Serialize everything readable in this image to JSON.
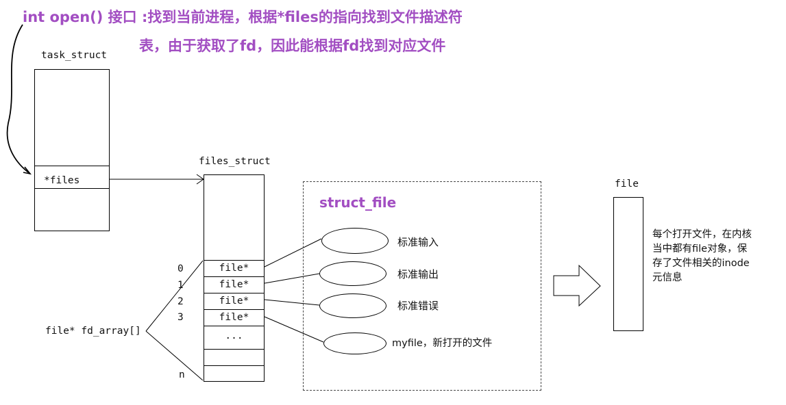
{
  "header": {
    "line1": "int open() 接口 :找到当前进程，根据*files的指向找到文件描述符",
    "line2": "表，由于获取了fd，因此能根据fd找到对应文件"
  },
  "task_struct": {
    "label": "task_struct",
    "field": "*files"
  },
  "files_struct": {
    "label": "files_struct",
    "rows": [
      "file*",
      "file*",
      "file*",
      "file*",
      "..."
    ],
    "indices": [
      "0",
      "1",
      "2",
      "3",
      "n"
    ],
    "array_label": "file* fd_array[]"
  },
  "struct_file": {
    "title": "struct_file",
    "items": [
      "标准输入",
      "标准输出",
      "标准错误",
      "myfile，新打开的文件"
    ]
  },
  "file_box": {
    "label": "file",
    "description": [
      "每个打开文件，在内核",
      "当中都有file对象，保",
      "存了文件相关的inode",
      "元信息"
    ]
  },
  "colors": {
    "accent": "#a24ec2",
    "line": "#000000"
  }
}
